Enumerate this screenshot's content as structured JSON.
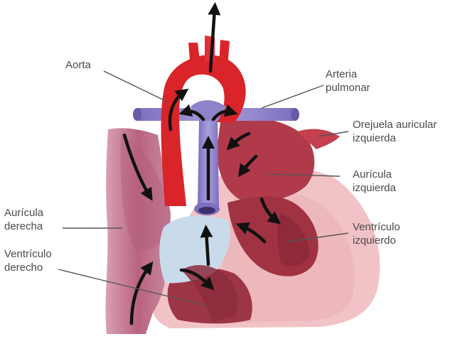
{
  "diagram": {
    "labels": {
      "aorta": [
        "Aorta"
      ],
      "arteria_pulmonar": [
        "Arteria",
        "pulmonar"
      ],
      "orejuela": [
        "Orejuela auricular",
        "izquierda"
      ],
      "auricula_izq": [
        "Aurícula",
        "izquierda"
      ],
      "auricula_der": [
        "Aurícula",
        "derecha"
      ],
      "ventriculo_izq": [
        "Ventrículo",
        "izquierdo"
      ],
      "ventriculo_der": [
        "Ventrículo",
        "derecho"
      ]
    },
    "colors": {
      "aorta_red": "#d9252a",
      "vein_purple": "#9b8fd0",
      "muscle_maroon": "#a8364a",
      "wall_pink": "#f2c3c6",
      "right_atrium": "#c27a90",
      "valve_blue": "#c9dbea",
      "label_text": "#4a4a4a",
      "leader_line": "#555555",
      "arrow": "#111111"
    }
  }
}
